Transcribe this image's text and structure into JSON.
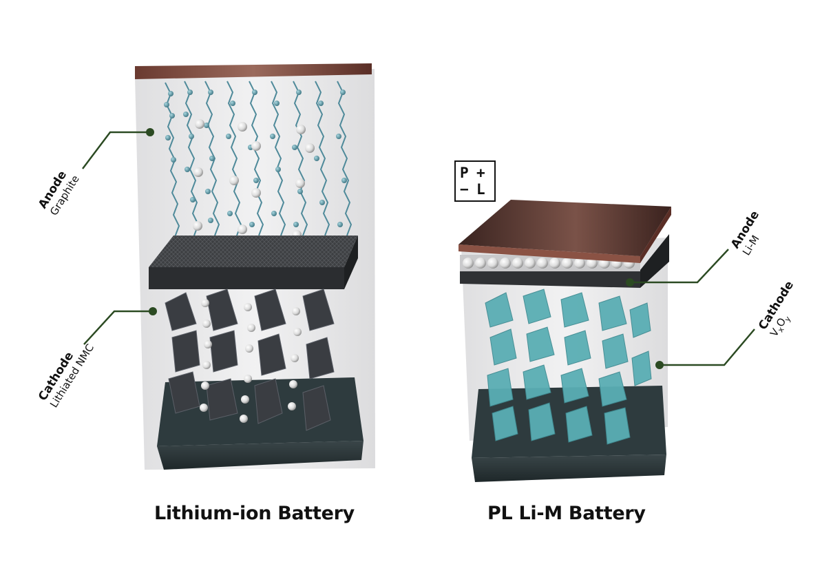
{
  "left_battery": {
    "caption": "Lithium-ion Battery",
    "anode": {
      "title": "Anode",
      "material": "Graphite"
    },
    "cathode": {
      "title": "Cathode",
      "material": "Lithiated NMC"
    }
  },
  "right_battery": {
    "caption": "PL Li-M Battery",
    "anode": {
      "title": "Anode",
      "material": "Li-M"
    },
    "cathode": {
      "title": "Cathode",
      "material_base_v": "V",
      "sub_x": "x",
      "material_base_o": "O",
      "sub_y": "y"
    }
  },
  "logo": {
    "tl": "P",
    "tr": "+",
    "bl": "−",
    "br": "L"
  },
  "colors": {
    "callout_line": "#2b4a22",
    "copper": "#8a5244",
    "graphite_atoms": "#4f8a9a",
    "nmc_crystal": "#3a3d42",
    "vxoy_crystal": "#5aaeb4",
    "base_plate": "#2c3a3d"
  }
}
